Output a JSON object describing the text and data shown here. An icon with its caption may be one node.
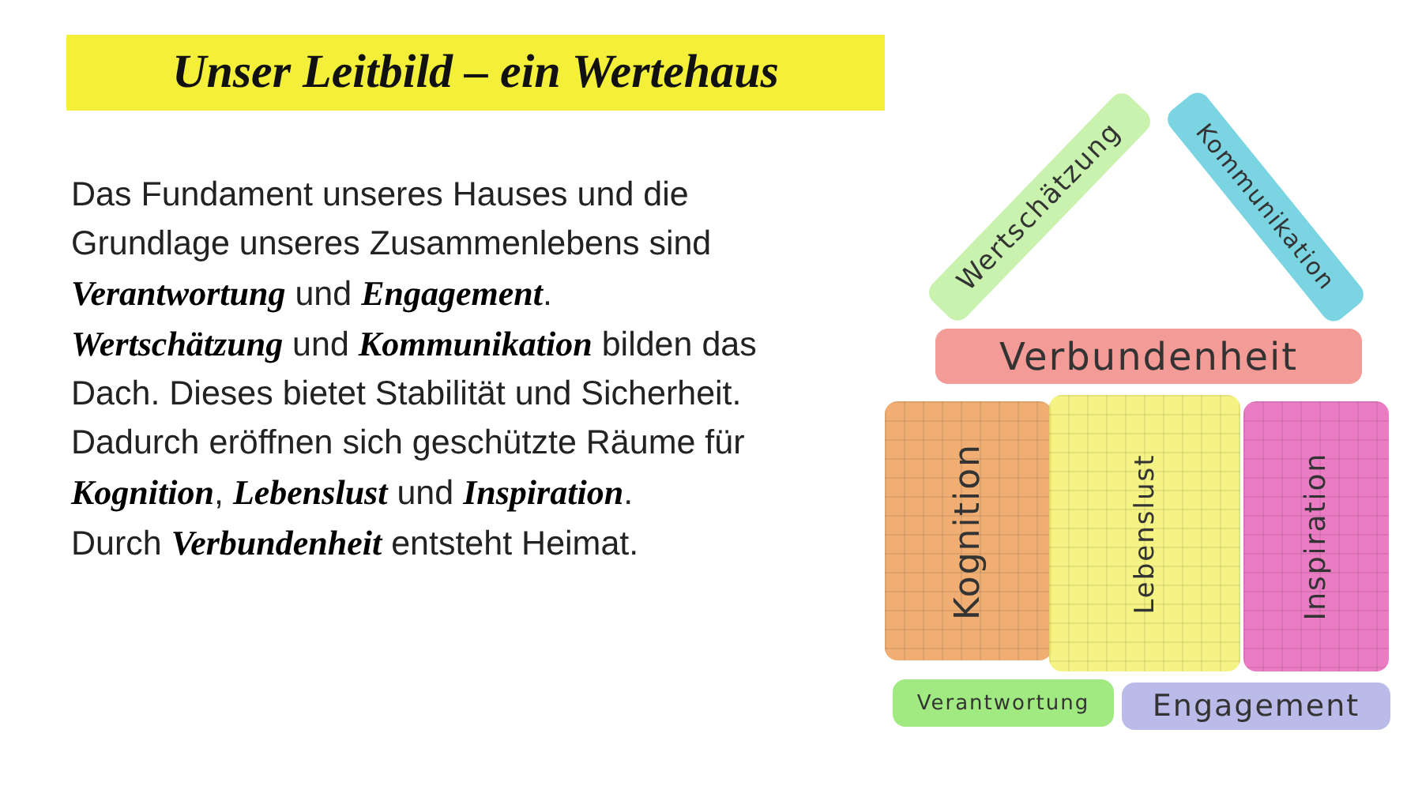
{
  "diagram": {
    "title": "Unser Leitbild – ein Wertehaus",
    "nodes": [
      {
        "text": [
          "Wertschätzung"
        ]
      },
      {
        "text": [
          "Kommunikation"
        ]
      },
      {
        "text": [
          "Verbundenheit"
        ]
      },
      {
        "text": [
          "Kognition"
        ]
      },
      {
        "text": [
          "Lebenslust"
        ]
      },
      {
        "text": [
          "Inspiration"
        ]
      },
      {
        "text": [
          "Verantwortung"
        ]
      },
      {
        "text": [
          "Engagement"
        ]
      }
    ],
    "labels": [
      "Das Fundament unseres Hauses und die Grundlage unseres Zusammenlebens sind **Verantwortung** und **Engagement**.",
      "**Wertschätzung** und **Kommunikation** bilden das Dach. Dieses bietet Stabilität und Sicherheit. Dadurch eröffnen sich geschützte Räume für **Kognition**, **Lebenslust** und **Inspiration**.",
      "Durch **Verbundenheit** entsteht Heimat."
    ]
  }
}
